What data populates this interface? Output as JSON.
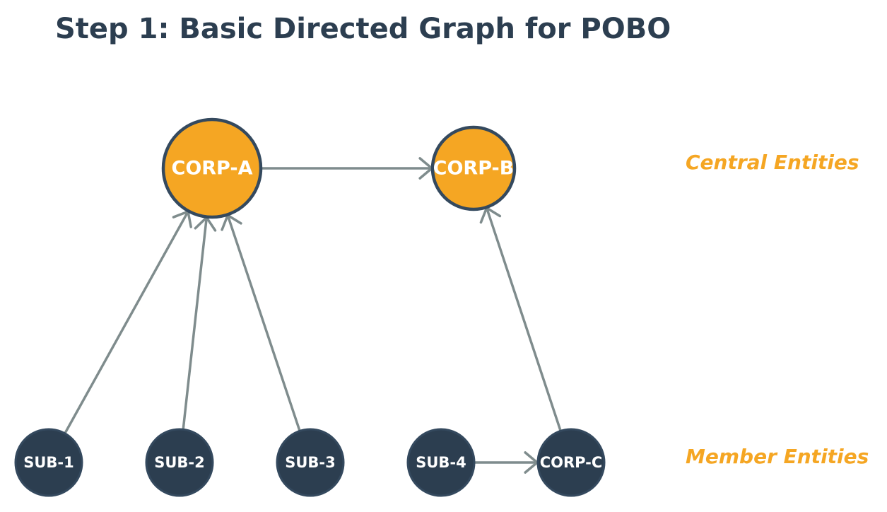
{
  "title": "Step 1: Basic Directed Graph for POBO",
  "colors": {
    "title": "#2c3e50",
    "central_fill": "#f5a623",
    "member_fill": "#2c3e50",
    "node_stroke": "#34495e",
    "edge": "#7f8c8d",
    "legend": "#f5a623"
  },
  "legend": {
    "central": "Central Entities",
    "member": "Member Entities"
  },
  "nodes": [
    {
      "id": "CORP-A",
      "label": "CORP-A",
      "group": "central"
    },
    {
      "id": "CORP-B",
      "label": "CORP-B",
      "group": "central"
    },
    {
      "id": "SUB-1",
      "label": "SUB-1",
      "group": "member"
    },
    {
      "id": "SUB-2",
      "label": "SUB-2",
      "group": "member"
    },
    {
      "id": "SUB-3",
      "label": "SUB-3",
      "group": "member"
    },
    {
      "id": "SUB-4",
      "label": "SUB-4",
      "group": "member"
    },
    {
      "id": "CORP-C",
      "label": "CORP-C",
      "group": "member"
    }
  ],
  "edges": [
    {
      "from": "CORP-A",
      "to": "CORP-B"
    },
    {
      "from": "SUB-1",
      "to": "CORP-A"
    },
    {
      "from": "SUB-2",
      "to": "CORP-A"
    },
    {
      "from": "SUB-3",
      "to": "CORP-A"
    },
    {
      "from": "CORP-C",
      "to": "CORP-B"
    },
    {
      "from": "SUB-4",
      "to": "CORP-C"
    }
  ]
}
